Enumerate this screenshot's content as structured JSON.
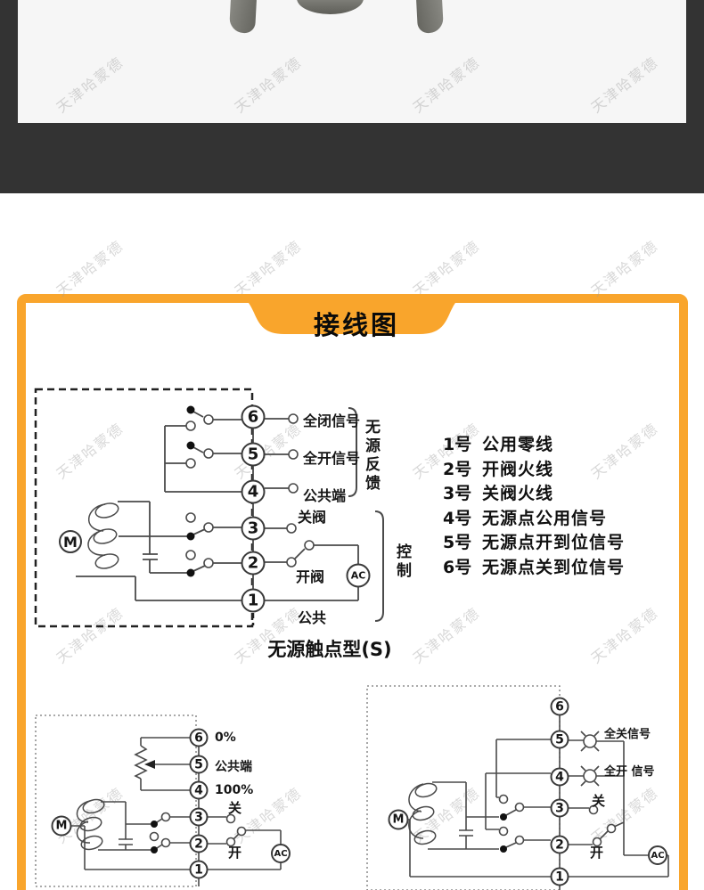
{
  "watermark": {
    "text": "天津哈蒙德"
  },
  "theme": {
    "accent": "#F9A52C",
    "band": "#333333",
    "photo_bg": "#F6F6F6"
  },
  "panel": {
    "title": "接线图"
  },
  "diagram_main": {
    "terminals": [
      "6",
      "5",
      "4",
      "3",
      "2",
      "1"
    ],
    "motor": "M",
    "ac": "AC",
    "labels": {
      "full_close_signal": "全闭信号",
      "full_open_signal": "全开信号",
      "common_terminal": "公共端",
      "passive_feedback": "无源反馈",
      "close_valve": "关阀",
      "open_valve": "开阀",
      "common": "公共",
      "control": "控制"
    },
    "caption": "无源触点型(S)"
  },
  "terminal_list": {
    "items": [
      {
        "no": "1号",
        "desc": "公用零线"
      },
      {
        "no": "2号",
        "desc": "开阀火线"
      },
      {
        "no": "3号",
        "desc": "关阀火线"
      },
      {
        "no": "4号",
        "desc": "无源点公用信号"
      },
      {
        "no": "5号",
        "desc": "无源点开到位信号"
      },
      {
        "no": "6号",
        "desc": "无源点关到位信号"
      }
    ]
  },
  "diagram_left": {
    "terminals": [
      "6",
      "5",
      "4",
      "3",
      "2",
      "1"
    ],
    "motor": "M",
    "ac": "AC",
    "labels": {
      "zero_percent": "0%",
      "common_terminal": "公共端",
      "hundred_percent": "100%",
      "close": "关",
      "open": "开"
    }
  },
  "diagram_right": {
    "terminals": [
      "6",
      "5",
      "4",
      "3",
      "2",
      "1"
    ],
    "motor": "M",
    "ac": "AC",
    "labels": {
      "full_close_signal": "全关信号",
      "full_open_signal": "全开 信号",
      "close": "关",
      "open": "开"
    }
  }
}
